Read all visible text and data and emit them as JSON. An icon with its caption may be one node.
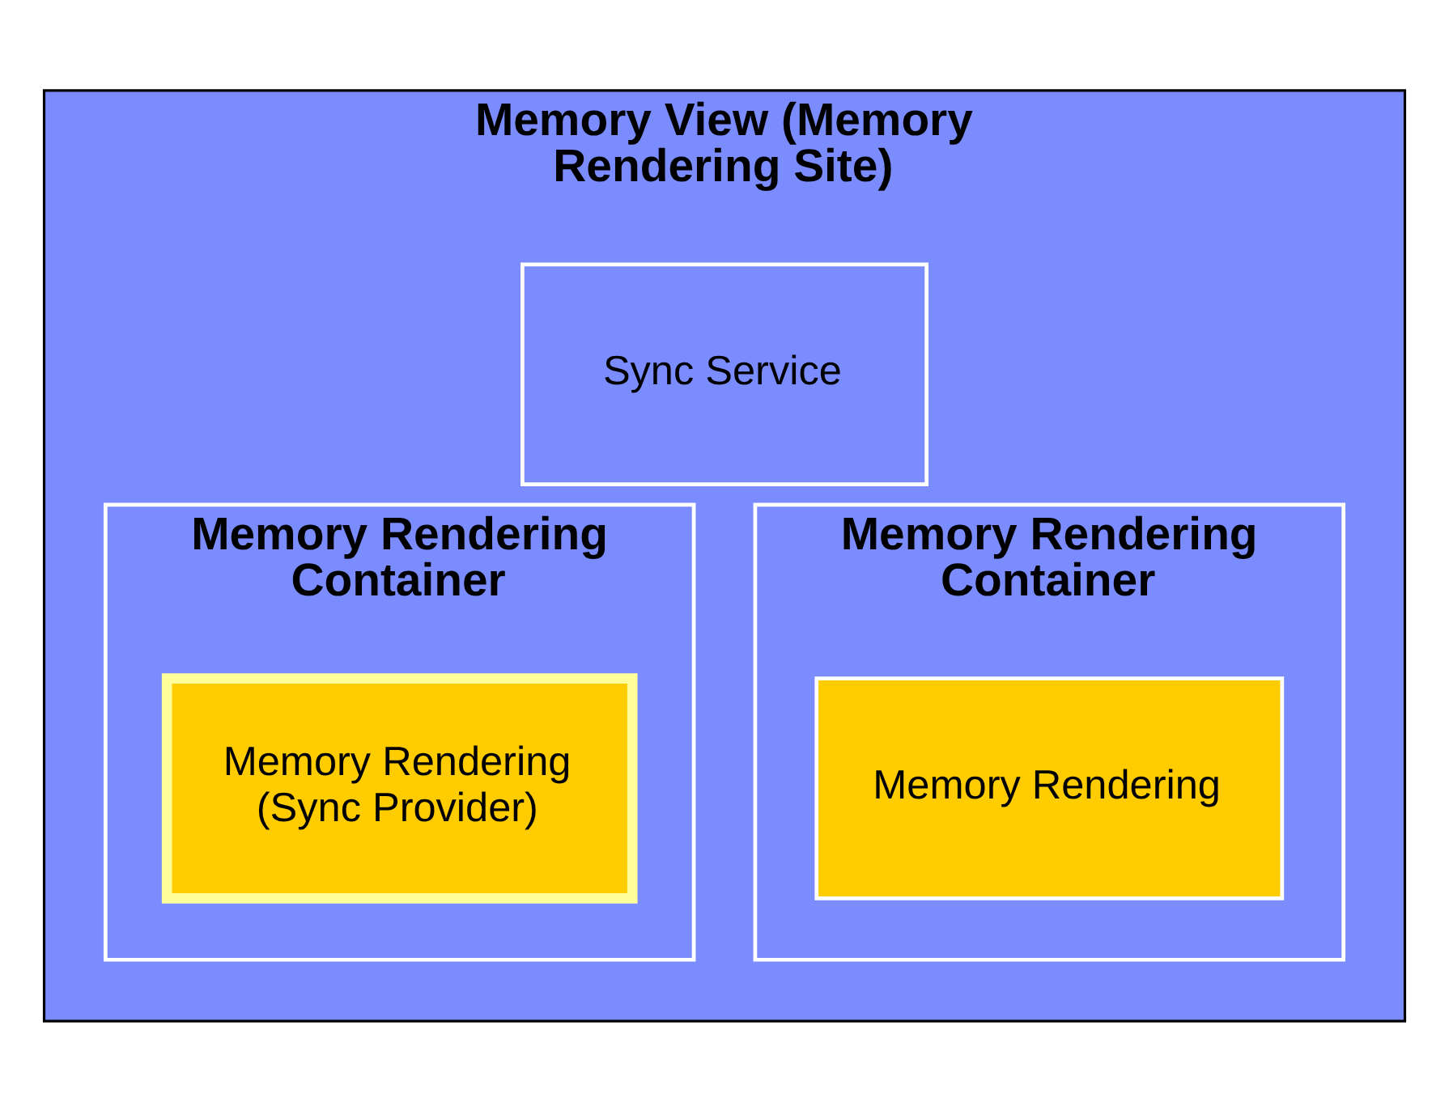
{
  "diagram": {
    "nodes": [
      {
        "text": [
          "Memory View (Memory Rendering Site)"
        ]
      },
      {
        "text": [
          "Sync Service"
        ],
        "in": 0
      },
      {
        "text": [
          "Memory Rendering Container"
        ],
        "in": 0
      },
      {
        "text": [
          "Memory Rendering (Sync Provider)"
        ],
        "in": 2
      },
      {
        "text": [
          "Memory Rendering Container"
        ],
        "in": 0
      },
      {
        "text": [
          "Memory Rendering"
        ],
        "in": 4
      }
    ],
    "edges": []
  }
}
